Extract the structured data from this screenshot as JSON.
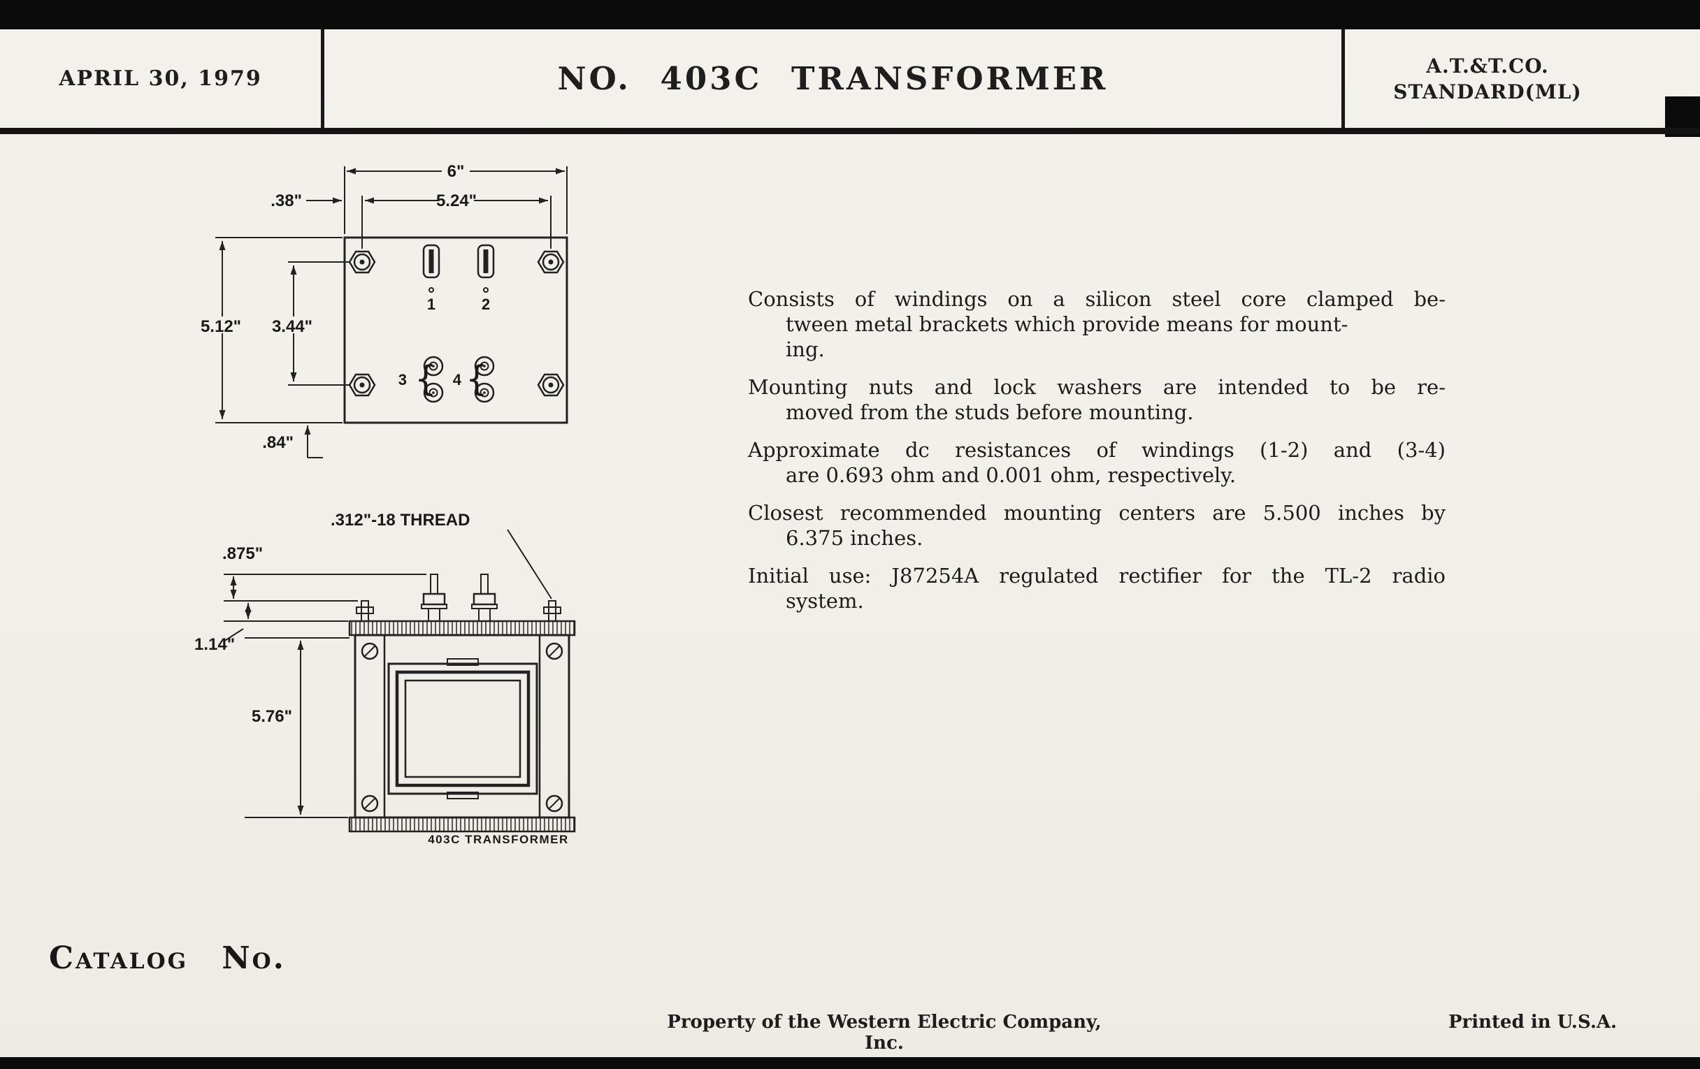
{
  "header": {
    "date": "APRIL 30, 1979",
    "title": "NO. 403C TRANSFORMER",
    "org_line1": "A.T.&T.CO.",
    "org_line2": "STANDARD(ML)"
  },
  "diagram_top": {
    "dims": {
      "overall_width": "6\"",
      "bolt_span_width": "5.24\"",
      "edge_offset": ".38\"",
      "overall_height": "5.12\"",
      "bolt_span_height": "3.44\"",
      "bottom_offset": ".84\""
    },
    "terminals": {
      "t1": "1",
      "t2": "2",
      "t3": "3",
      "t4": "4"
    }
  },
  "diagram_front": {
    "thread_label": ".312\"-18 THREAD",
    "dims": {
      "stud_height_upper": ".875\"",
      "stud_height_lower": "1.14\"",
      "body_height": "5.76\""
    },
    "caption": "403C TRANSFORMER"
  },
  "description": {
    "paragraphs": [
      {
        "lines": [
          "Consists of windings on a silicon steel core clamped be-",
          "tween metal brackets which provide means for mount-",
          "ing."
        ]
      },
      {
        "lines": [
          "Mounting nuts and lock washers are intended to be re-",
          "moved from the studs before mounting."
        ]
      },
      {
        "lines": [
          "Approximate dc resistances of windings (1-2) and (3-4)",
          "are 0.693 ohm and 0.001 ohm, respectively."
        ]
      },
      {
        "lines": [
          "Closest recommended mounting centers are 5.500 inches by",
          "6.375 inches."
        ]
      },
      {
        "lines": [
          "Initial use:  J87254A regulated rectifier for the TL-2 radio",
          "system."
        ]
      }
    ]
  },
  "footer": {
    "catalog_label": "Catalog No.",
    "property_notice": "Property of the Western Electric Company, Inc.",
    "printed_notice": "Printed in U.S.A."
  }
}
